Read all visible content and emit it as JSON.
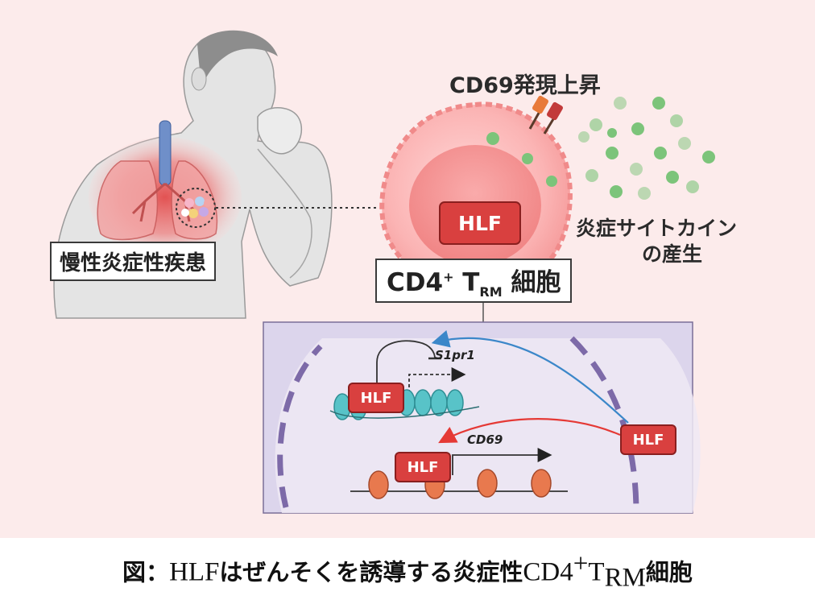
{
  "labels": {
    "disease": "慢性炎症性疾患",
    "cd69_upregulation": "CD69発現上昇",
    "cytokine_line1": "炎症サイトカイン",
    "cytokine_line2": "の産生",
    "cell_name_main": "CD4",
    "cell_name_sup": "+",
    "cell_name_T": "T",
    "cell_name_sub": "RM",
    "cell_name_suffix": "細胞",
    "hlf": "HLF",
    "gene_s1pr1": "S1pr1",
    "gene_cd69": "CD69"
  },
  "caption": {
    "prefix": "図：",
    "hlf": "HLF",
    "middle": "はぜんそくを誘導する炎症性",
    "cd4": "CD4",
    "sup": "+",
    "t": "T",
    "sub": "RM",
    "suffix": "細胞"
  },
  "colors": {
    "background": "#fcebeb",
    "hlf_red": "#d9403f",
    "cytokine_green": "#7cc47a",
    "nucleus_purple": "#d9d2ea",
    "histone_cyan": "#58c3c8",
    "histone_orange": "#e8794e",
    "arrow_blue": "#3b87c9",
    "arrow_red": "#e53935"
  }
}
